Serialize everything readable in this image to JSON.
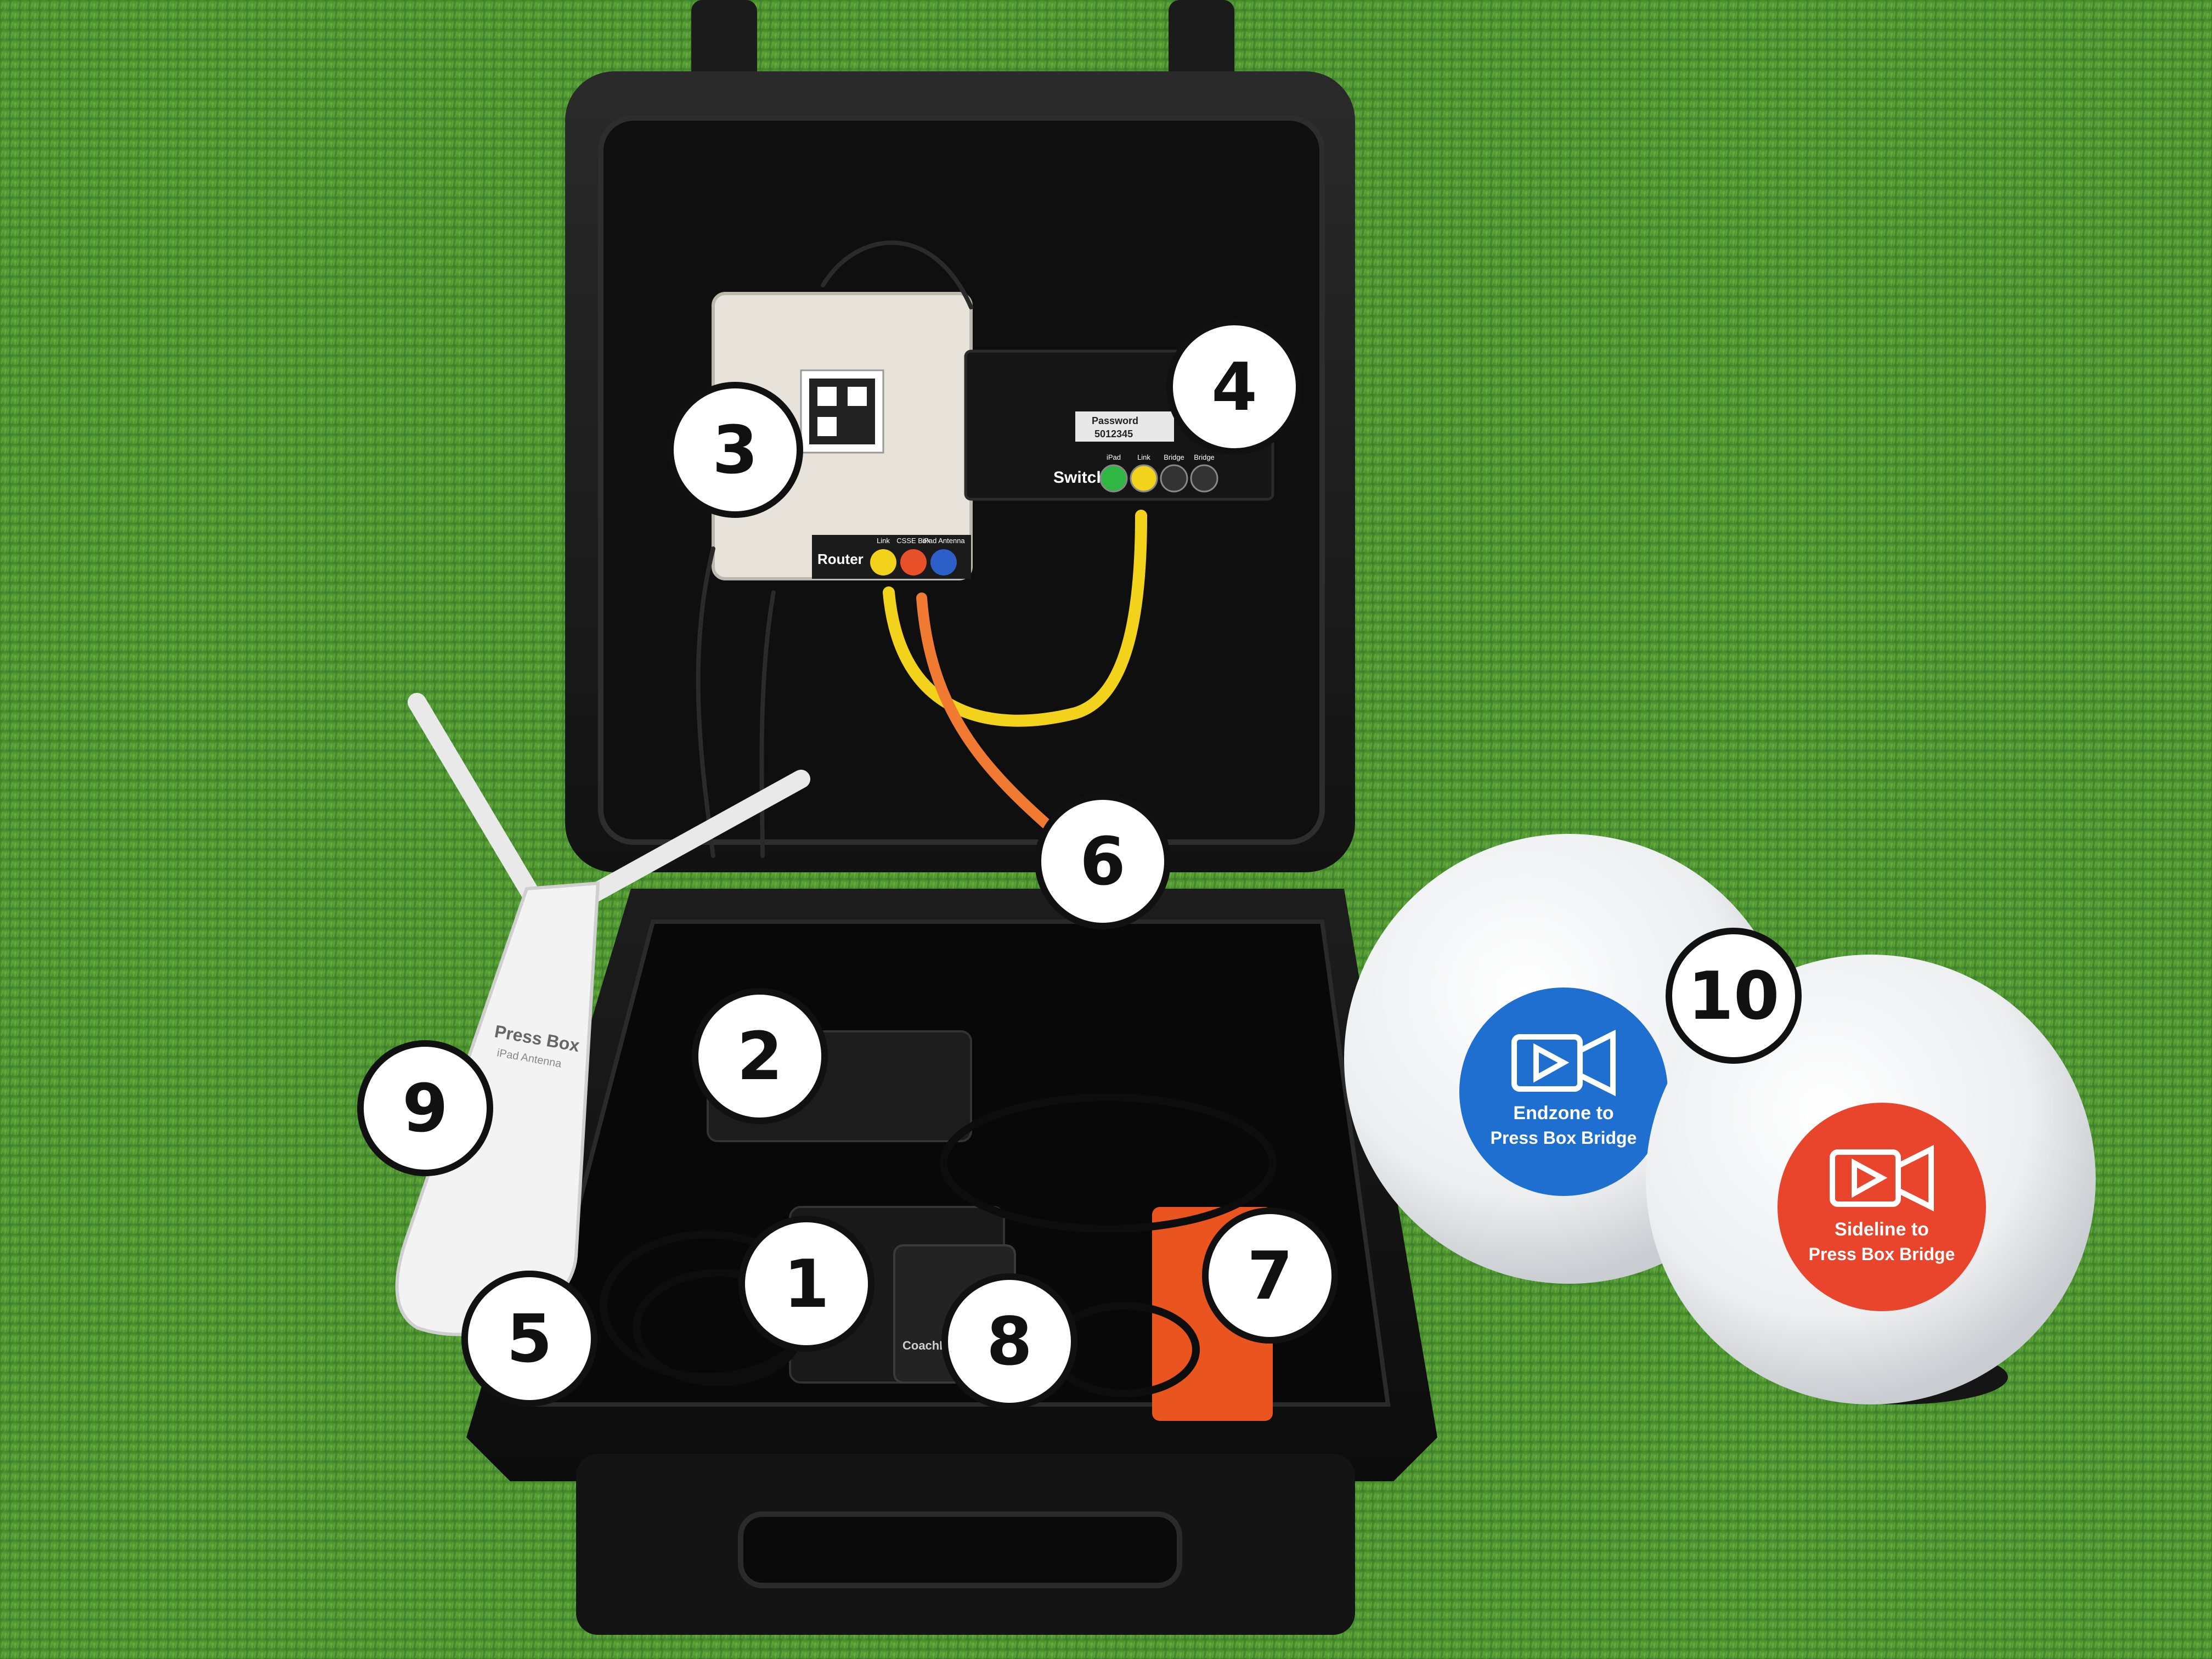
{
  "callouts": [
    {
      "id": "1",
      "label": "1"
    },
    {
      "id": "2",
      "label": "2"
    },
    {
      "id": "3",
      "label": "3"
    },
    {
      "id": "4",
      "label": "4"
    },
    {
      "id": "5",
      "label": "5"
    },
    {
      "id": "6",
      "label": "6"
    },
    {
      "id": "7",
      "label": "7"
    },
    {
      "id": "8",
      "label": "8"
    },
    {
      "id": "9",
      "label": "9"
    },
    {
      "id": "10",
      "label": "10"
    }
  ],
  "router": {
    "name": "Router",
    "port_labels": [
      "Link",
      "CSSE Box",
      "iPad Antenna"
    ],
    "port_colors": [
      "#f2d21a",
      "#e8502a",
      "#2d5fc8"
    ]
  },
  "switch": {
    "name": "Switch",
    "password_label": "Password",
    "password_value": "5012345",
    "port_labels": [
      "iPad",
      "Link",
      "Bridge",
      "Bridge"
    ],
    "port_colors": [
      "#2eb843",
      "#f2d21a",
      "#333333",
      "#333333"
    ]
  },
  "antenna": {
    "label": "Press Box",
    "sublabel": "iPad Antenna"
  },
  "bridge_blue": {
    "line1": "Endzone to",
    "line2": "Press Box Bridge",
    "color": "#1f6fd0"
  },
  "bridge_red": {
    "line1": "Sideline to",
    "line2": "Press Box Bridge",
    "color": "#e8452c"
  },
  "power_brick_label": "CoachBox",
  "icons": [
    "video-camera-icon"
  ]
}
